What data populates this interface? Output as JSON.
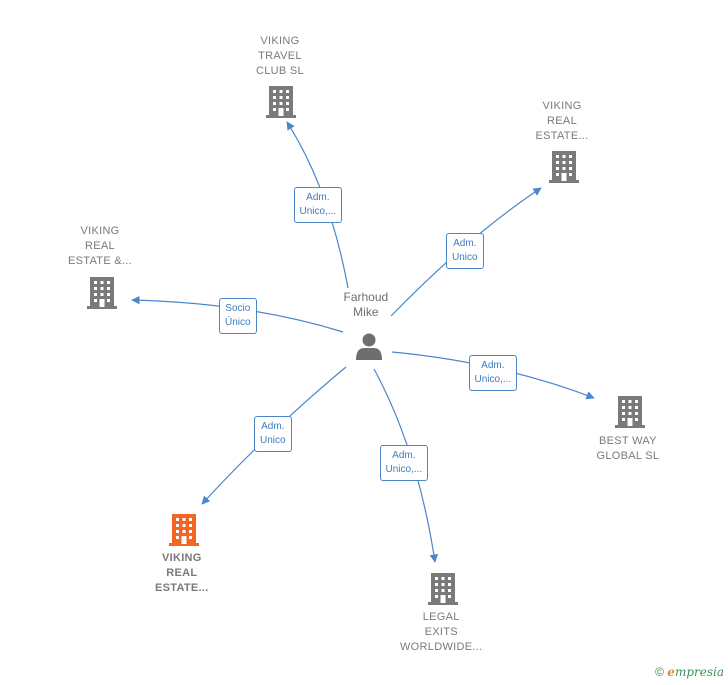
{
  "center": {
    "name_lines": [
      "Farhoud",
      "Mike"
    ],
    "icon": "person-icon"
  },
  "companies": [
    {
      "id": "viking-travel",
      "lines": [
        "VIKING",
        "TRAVEL",
        "CLUB  SL"
      ],
      "highlight": false,
      "icon": "building-icon"
    },
    {
      "id": "viking-real-estate-top",
      "lines": [
        "VIKING",
        "REAL",
        "ESTATE..."
      ],
      "highlight": false,
      "icon": "building-icon"
    },
    {
      "id": "viking-real-estate-and",
      "lines": [
        "VIKING",
        "REAL",
        "ESTATE &..."
      ],
      "highlight": false,
      "icon": "building-icon"
    },
    {
      "id": "best-way",
      "lines": [
        "BEST WAY",
        "GLOBAL  SL"
      ],
      "highlight": false,
      "icon": "building-icon"
    },
    {
      "id": "viking-real-estate-main",
      "lines": [
        "VIKING",
        "REAL",
        "ESTATE..."
      ],
      "highlight": true,
      "icon": "building-icon"
    },
    {
      "id": "legal-exits",
      "lines": [
        "LEGAL",
        "EXITS",
        "WORLDWIDE..."
      ],
      "highlight": false,
      "icon": "building-icon"
    }
  ],
  "edges": [
    {
      "target": "viking-travel",
      "label_lines": [
        "Adm.",
        "Unico,..."
      ]
    },
    {
      "target": "viking-real-estate-top",
      "label_lines": [
        "Adm.",
        "Unico"
      ]
    },
    {
      "target": "viking-real-estate-and",
      "label_lines": [
        "Socio",
        "Único"
      ]
    },
    {
      "target": "best-way",
      "label_lines": [
        "Adm.",
        "Unico,..."
      ]
    },
    {
      "target": "viking-real-estate-main",
      "label_lines": [
        "Adm.",
        "Unico"
      ]
    },
    {
      "target": "legal-exits",
      "label_lines": [
        "Adm.",
        "Unico,..."
      ]
    }
  ],
  "colors": {
    "edge": "#4a86c8",
    "building": "#7a7a7a",
    "highlight": "#f26522",
    "person": "#6e6e6e"
  },
  "footer": {
    "copyright": "©",
    "brand_initial": "e",
    "brand_rest": "mpresia"
  }
}
